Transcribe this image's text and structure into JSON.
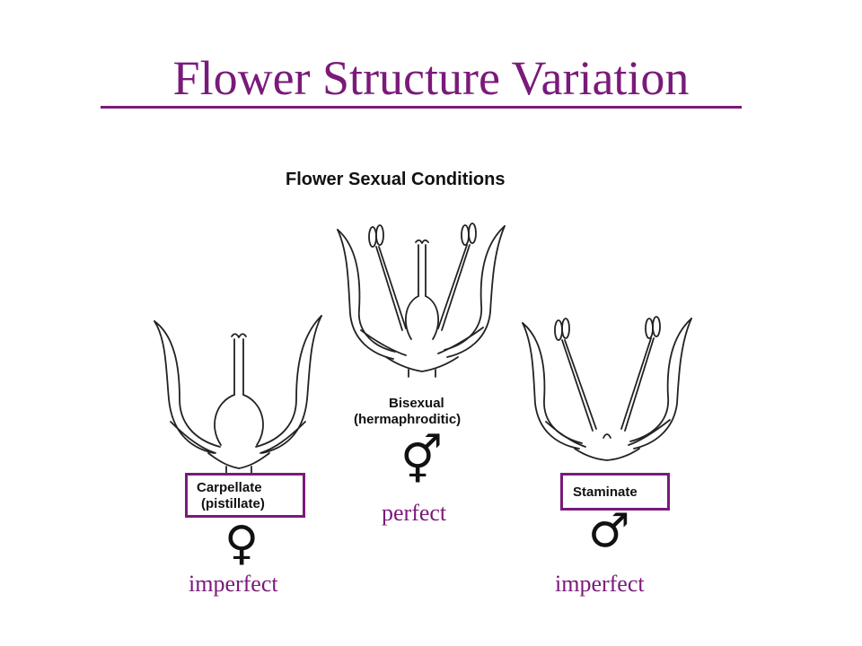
{
  "slide": {
    "title": "Flower Structure Variation",
    "accent_color": "#7a1a7a"
  },
  "diagram": {
    "heading": "Flower Sexual Conditions",
    "flowers": [
      {
        "id": "carpellate",
        "label_line1": "Carpellate",
        "label_line2": "(pistillate)",
        "symbol": "♀",
        "note": "imperfect"
      },
      {
        "id": "bisexual",
        "label_line1": "Bisexual",
        "label_line2": "(hermaphroditic)",
        "symbol": "⚥",
        "note": "perfect"
      },
      {
        "id": "staminate",
        "label_line1": "Staminate",
        "symbol": "♂",
        "note": "imperfect"
      }
    ]
  }
}
